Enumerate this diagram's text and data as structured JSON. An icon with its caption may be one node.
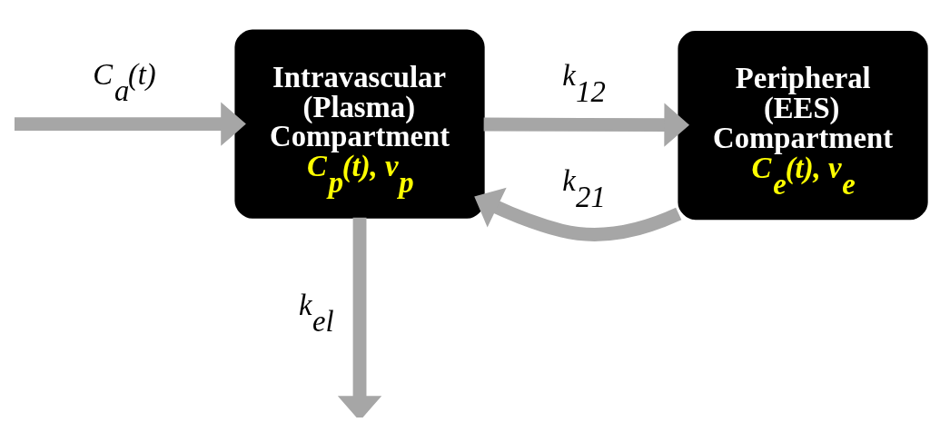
{
  "diagram": {
    "nodes": [
      {
        "text": [
          "Intravascular (Plasma) Compartment",
          "C$_{p}$(t), v$_{p}$"
        ]
      },
      {
        "text": [
          "Peripheral (EES) Compartment",
          "C$_{e}$(t), v$_{e}$"
        ]
      }
    ],
    "edges": [
      {
        "from": null,
        "to": 0,
        "arrow": "to",
        "label": "C$_{a}$(t)"
      },
      {
        "from": 0,
        "to": 1,
        "arrow": "to",
        "label": "k$_{12}$"
      },
      {
        "from": 1,
        "to": 0,
        "arrow": "to",
        "label": "k$_{21}$"
      },
      {
        "from": 0,
        "to": null,
        "arrow": "to",
        "label": "k$_{el}$"
      }
    ]
  }
}
